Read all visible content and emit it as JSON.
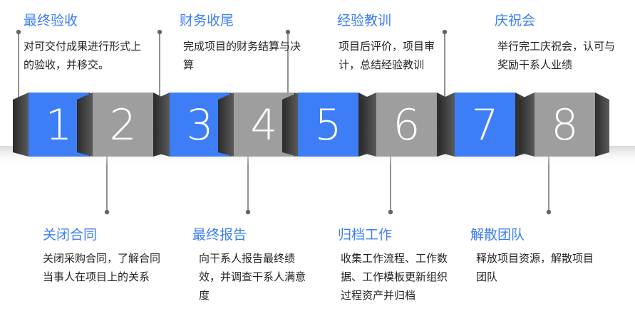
{
  "colors": {
    "accent": "#3d7ef6",
    "gray": "#9e9e9e",
    "dark": "#3a3a3a",
    "connector": "#555555"
  },
  "steps": [
    {
      "number": "1",
      "color": "blue",
      "title": "最终验收",
      "desc": "对可交付成果进行形式上的验收，并移交。"
    },
    {
      "number": "2",
      "color": "gray",
      "title": "关闭合同",
      "desc": "关闭采购合同，了解合同当事人在项目上的关系"
    },
    {
      "number": "3",
      "color": "blue",
      "title": "财务收尾",
      "desc": "完成项目的财务结算与决算"
    },
    {
      "number": "4",
      "color": "gray",
      "title": "最终报告",
      "desc": "向干系人报告最终绩效，并调查干系人满意度"
    },
    {
      "number": "5",
      "color": "blue",
      "title": "经验教训",
      "desc": "项目后评价，项目审计，总结经验教训"
    },
    {
      "number": "6",
      "color": "gray",
      "title": "归档工作",
      "desc": "收集工作流程、工作数据、工作模板更新组织过程资产并归档"
    },
    {
      "number": "7",
      "color": "blue",
      "title": "庆祝会",
      "desc": "举行完工庆祝会，认可与奖励干系人业绩"
    },
    {
      "number": "8",
      "color": "gray",
      "title": "解散团队",
      "desc": "释放项目资源，解散项目团队"
    }
  ]
}
